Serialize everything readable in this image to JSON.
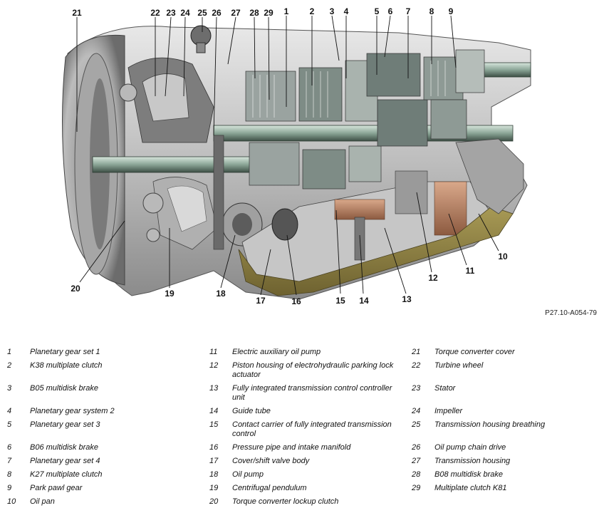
{
  "figure_code": "P27.10-A054-79",
  "callouts": [
    {
      "n": "1"
    },
    {
      "n": "2"
    },
    {
      "n": "3"
    },
    {
      "n": "4"
    },
    {
      "n": "5"
    },
    {
      "n": "6"
    },
    {
      "n": "7"
    },
    {
      "n": "8"
    },
    {
      "n": "9"
    },
    {
      "n": "10"
    },
    {
      "n": "11"
    },
    {
      "n": "12"
    },
    {
      "n": "13"
    },
    {
      "n": "14"
    },
    {
      "n": "15"
    },
    {
      "n": "16"
    },
    {
      "n": "17"
    },
    {
      "n": "18"
    },
    {
      "n": "19"
    },
    {
      "n": "20"
    },
    {
      "n": "21"
    },
    {
      "n": "22"
    },
    {
      "n": "23"
    },
    {
      "n": "24"
    },
    {
      "n": "25"
    },
    {
      "n": "26"
    },
    {
      "n": "27"
    },
    {
      "n": "28"
    },
    {
      "n": "29"
    }
  ],
  "legend": [
    {
      "n": "1",
      "text": "Planetary gear set 1"
    },
    {
      "n": "2",
      "text": "K38 multiplate clutch"
    },
    {
      "n": "3",
      "text": "B05 multidisk brake"
    },
    {
      "n": "4",
      "text": "Planetary gear system 2"
    },
    {
      "n": "5",
      "text": "Planetary gear set 3"
    },
    {
      "n": "6",
      "text": "B06 multidisk brake"
    },
    {
      "n": "7",
      "text": "Planetary gear set 4"
    },
    {
      "n": "8",
      "text": "K27 multiplate clutch"
    },
    {
      "n": "9",
      "text": "Park pawl gear"
    },
    {
      "n": "10",
      "text": "Oil pan"
    },
    {
      "n": "11",
      "text": "Electric auxiliary oil pump"
    },
    {
      "n": "12",
      "text": "Piston housing of electrohydraulic parking lock actuator"
    },
    {
      "n": "13",
      "text": "Fully integrated transmission control controller unit"
    },
    {
      "n": "14",
      "text": "Guide tube"
    },
    {
      "n": "15",
      "text": "Contact carrier of fully integrated transmission control"
    },
    {
      "n": "16",
      "text": "Pressure pipe and intake manifold"
    },
    {
      "n": "17",
      "text": "Cover/shift valve body"
    },
    {
      "n": "18",
      "text": "Oil pump"
    },
    {
      "n": "19",
      "text": "Centrifugal pendulum"
    },
    {
      "n": "20",
      "text": "Torque converter lockup clutch"
    },
    {
      "n": "21",
      "text": "Torque converter cover"
    },
    {
      "n": "22",
      "text": "Turbine wheel"
    },
    {
      "n": "23",
      "text": "Stator"
    },
    {
      "n": "24",
      "text": "Impeller"
    },
    {
      "n": "25",
      "text": "Transmission housing breathing"
    },
    {
      "n": "26",
      "text": "Oil pump chain drive"
    },
    {
      "n": "27",
      "text": "Transmission housing"
    },
    {
      "n": "28",
      "text": "B08 multidisk brake"
    },
    {
      "n": "29",
      "text": "Multiplate clutch K81"
    }
  ]
}
